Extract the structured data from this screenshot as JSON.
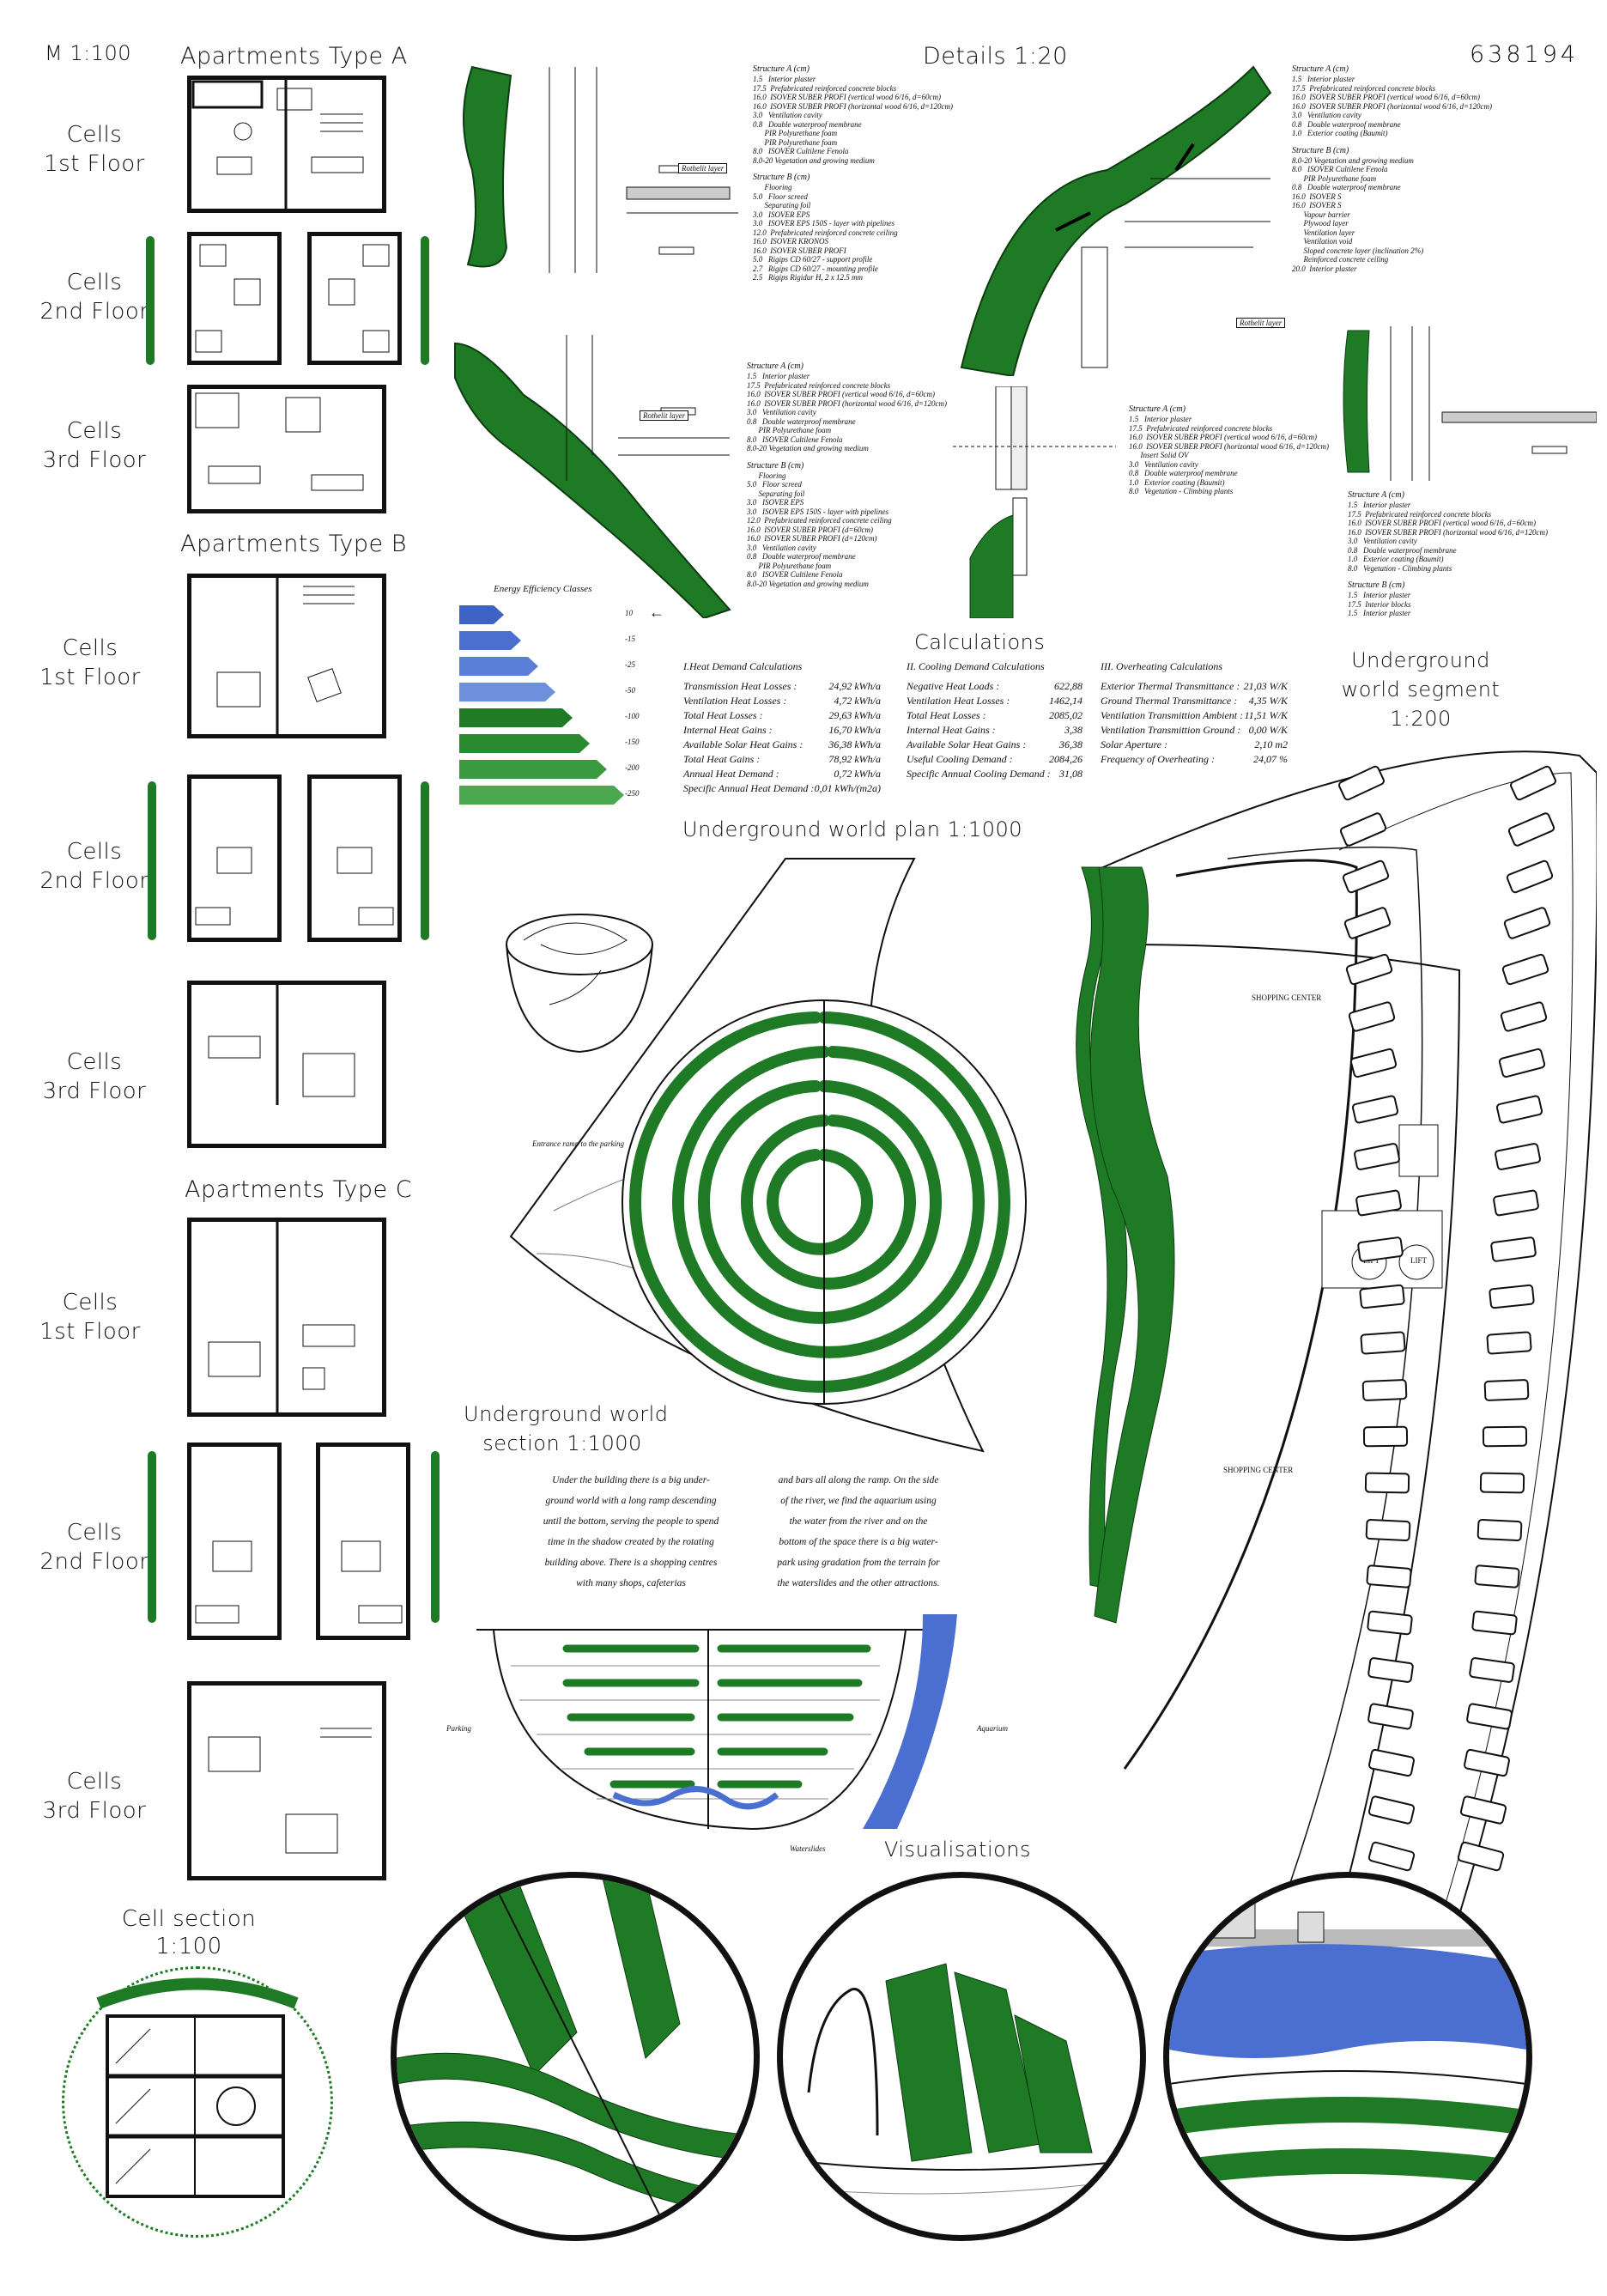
{
  "header": {
    "scale": "M 1:100",
    "details_title": "Details 1:20",
    "sheet_number": "638194"
  },
  "apartments": [
    {
      "title": "Apartments Type A",
      "floors": [
        "Cells\n1st Floor",
        "Cells\n2nd Floor",
        "Cells\n3rd Floor"
      ]
    },
    {
      "title": "Apartments Type B",
      "floors": [
        "Cells\n1st Floor",
        "Cells\n2nd Floor",
        "Cells\n3rd Floor"
      ]
    },
    {
      "title": "Apartments Type C",
      "floors": [
        "Cells\n1st Floor",
        "Cells\n2nd Floor",
        "Cells\n3rd Floor"
      ]
    }
  ],
  "cell_section": {
    "title": "Cell section",
    "scale": "1:100"
  },
  "details": {
    "structure_labels": {
      "a": "Structure A (cm)",
      "b": "Structure B (cm)"
    },
    "block1_a": [
      "1.5   Interior plaster",
      "17.5  Prefabricated reinforced concrete blocks",
      "16.0  ISOVER SUBER PROFI (vertical wood 6/16, d=60cm)",
      "16.0  ISOVER SUBER PROFI (horizontal wood 6/16, d=120cm)",
      "3.0   Ventilation cavity",
      "0.8   Double waterproof membrane",
      "      PIR Polyurethane foam",
      "      PIR Polyurethane foam",
      "8.0   ISOVER Cultilene Fenola",
      "8.0-20 Vegetation and growing medium"
    ],
    "block1_b": [
      "      Flooring",
      "5.0   Floor screed",
      "      Separating foil",
      "3.0   ISOVER EPS",
      "3.0   ISOVER EPS 150S - layer with pipelines",
      "12.0  Prefabricated reinforced concrete ceiling",
      "16.0  ISOVER KRONOS",
      "16.0  ISOVER SUBER PROFI",
      "5.0   Rigips CD 60/27 - support profile",
      "2.7   Rigips CD 60/27 - mounting profile",
      "2.5   Rigips Rigidur H, 2 x 12.5 mm"
    ],
    "block2_a": [
      "1.5   Interior plaster",
      "17.5  Prefabricated reinforced concrete blocks",
      "16.0  ISOVER SUBER PROFI (vertical wood 6/16, d=60cm)",
      "16.0  ISOVER SUBER PROFI (horizontal wood 6/16, d=120cm)",
      "3.0   Ventilation cavity",
      "0.8   Double waterproof membrane",
      "1.0   Exterior coating (Baumit)"
    ],
    "block2_b": [
      "8.0-20 Vegetation and growing medium",
      "8.0   ISOVER Cultilene Fenola",
      "      PIR Polyurethane foam",
      "0.8   Double waterproof membrane",
      "16.0  ISOVER S",
      "16.0  ISOVER S",
      "      Vapour barrier",
      "      Plywood layer",
      "      Ventilation layer",
      "      Ventilation void",
      "      Sloped concrete layer (inclination 2%)",
      "      Reinforced concrete ceiling",
      "20.0  Interior plaster"
    ],
    "block3_a": [
      "1.5   Interior plaster",
      "17.5  Prefabricated reinforced concrete blocks",
      "16.0  ISOVER SUBER PROFI (vertical wood 6/16, d=60cm)",
      "16.0  ISOVER SUBER PROFI (horizontal wood 6/16, d=120cm)",
      "3.0   Ventilation cavity",
      "0.8   Double waterproof membrane",
      "      PIR Polyurethane foam",
      "8.0   ISOVER Cultilene Fenola",
      "8.0-20 Vegetation and growing medium"
    ],
    "block3_b": [
      "      Flooring",
      "5.0   Floor screed",
      "      Separating foil",
      "3.0   ISOVER EPS",
      "3.0   ISOVER EPS 150S - layer with pipelines",
      "12.0  Prefabricated reinforced concrete ceiling",
      "16.0  ISOVER SUBER PROFI (d=60cm)",
      "16.0  ISOVER SUBER PROFI (d=120cm)",
      "3.0   Ventilation cavity",
      "0.8   Double waterproof membrane",
      "      PIR Polyurethane foam",
      "8.0   ISOVER Cultilene Fenola",
      "8.0-20 Vegetation and growing medium"
    ],
    "block4_a": [
      "1.5   Interior plaster",
      "17.5  Prefabricated reinforced concrete blocks",
      "16.0  ISOVER SUBER PROFI (vertical wood 6/16, d=60cm)",
      "16.0  ISOVER SUBER PROFI (horizontal wood 6/16, d=120cm)",
      "      Insert Solid OV",
      "3.0   Ventilation cavity",
      "0.8   Double waterproof membrane",
      "1.0   Exterior coating (Baumit)",
      "8.0   Vegetation - Climbing plants"
    ],
    "block5_a": [
      "1.5   Interior plaster",
      "17.5  Prefabricated reinforced concrete blocks",
      "16.0  ISOVER SUBER PROFI (vertical wood 6/16, d=60cm)",
      "16.0  ISOVER SUBER PROFI (horizontal wood 6/16, d=120cm)",
      "3.0   Ventilation cavity",
      "0.8   Double waterproof membrane",
      "1.0   Exterior coating (Baumit)",
      "8.0   Vegetation - Climbing plants"
    ],
    "block5_b": [
      "1.5   Interior plaster",
      "17.5  Interior blocks",
      "1.5   Interior plaster"
    ],
    "callout": "Rothelit layer"
  },
  "energy": {
    "title": "Energy Efficiency Classes",
    "classes": [
      "10",
      "-15",
      "-25",
      "-50",
      "-100",
      "-150",
      "-200",
      "-250"
    ],
    "current": "10"
  },
  "calculations": {
    "title": "Calculations",
    "heat": {
      "heading": "I.Heat Demand Calculations",
      "rows": [
        [
          "Transmission Heat Losses :",
          "24,92 kWh/a"
        ],
        [
          "Ventilation Heat Losses :",
          "4,72 kWh/a"
        ],
        [
          "Total Heat Losses :",
          "29,63 kWh/a"
        ],
        [
          "Internal Heat Gains :",
          "16,70 kWh/a"
        ],
        [
          "Available Solar Heat Gains :",
          "36,38 kWh/a"
        ],
        [
          "Total Heat Gains :",
          "78,92 kWh/a"
        ],
        [
          "Annual Heat Demand :",
          "0,72 kWh/a"
        ],
        [
          "Specific Annual Heat Demand :",
          "0,01 kWh/(m2a)"
        ]
      ]
    },
    "cooling": {
      "heading": "II. Cooling Demand Calculations",
      "rows": [
        [
          "Negative Heat Loads :",
          "622,88"
        ],
        [
          "Ventilation Heat Losses :",
          "1462,14"
        ],
        [
          "Total Heat Losses :",
          "2085,02"
        ],
        [
          "Internal Heat Gains :",
          "3,38"
        ],
        [
          "Available Solar Heat Gains :",
          "36,38"
        ],
        [
          "Useful Cooling Demand :",
          "2084,26"
        ],
        [
          "Specific Annual Cooling Demand :",
          "31,08"
        ]
      ]
    },
    "overheating": {
      "heading": "III. Overheating Calculations",
      "rows": [
        [
          "Exterior Thermal Transmittance :",
          "21,03 W/K"
        ],
        [
          "Ground Thermal Transmittance :",
          "4,35 W/K"
        ],
        [
          "Ventilation Transmittion Ambient :",
          "11,51 W/K"
        ],
        [
          "Ventilation Transmittion Ground :",
          "0,00 W/K"
        ],
        [
          "Solar Aperture :",
          "2,10 m2"
        ],
        [
          "Frequency of Overheating :",
          "24,07 %"
        ]
      ]
    }
  },
  "underground_plan": {
    "title": "Underground world plan 1:1000",
    "ramp_label": "Entrance ramp to the parking"
  },
  "underground_segment": {
    "title": "Underground\nworld segment\n1:200",
    "shopping1": "SHOPPING CENTER",
    "shopping2": "SHOPPING CENTER",
    "lift1": "LIFT",
    "lift2": "LIFT"
  },
  "underground_section": {
    "title": "Underground world\nsection 1:1000",
    "text_left": "Under the building there is a big under-\nground world with a long ramp descending\nuntil the bottom, serving the people to spend\ntime in the shadow created by the rotating\nbuilding above. There is a shopping centres\nwith many shops, cafeterias",
    "text_right": "and bars all along the ramp. On the side\nof the river, we find the aquarium using\nthe water from the river and on the\nbottom of the space there is a big water-\npark using gradation from the terrain for\nthe waterslides and the other attractions.",
    "parking": "Parking",
    "aquarium": "Aquarium",
    "waterslides": "Waterslides"
  },
  "visualisations": {
    "title": "Visualisations"
  },
  "colors": {
    "green": "#1f7a25",
    "blue": "#4a6fd1",
    "ink": "#111111"
  }
}
